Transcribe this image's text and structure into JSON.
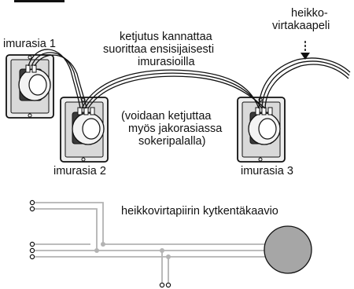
{
  "labels": {
    "box1": "imurasia 1",
    "box2": "imurasia 2",
    "box3": "imurasia 3",
    "chain_line1": "ketjutus kannattaa",
    "chain_line2": "suorittaa ensisijaisesti",
    "chain_line3": "imurasioilla",
    "alt_line1": "(voidaan ketjuttaa",
    "alt_line2": "myös jakorasiassa",
    "alt_line3": "sokeripalalla)",
    "cable_line1": "heikko-",
    "cable_line2": "virtakaapeli",
    "schematic_title": "heikkovirtapiirin kytkentäkaavio"
  },
  "colors": {
    "wire": "#b3b3b3",
    "lamp": "#a6a6a6",
    "line": "#111111"
  }
}
